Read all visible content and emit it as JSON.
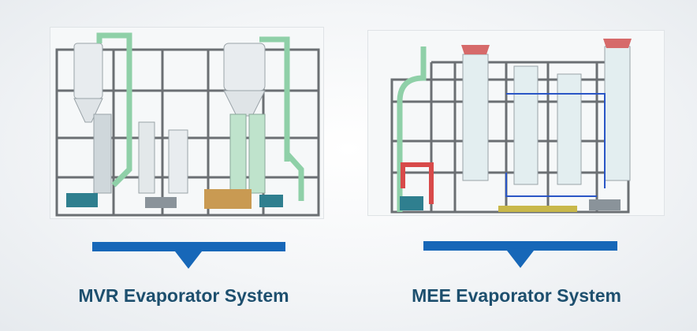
{
  "systems": [
    {
      "caption": "MVR Evaporator System",
      "image_alt": "MVR evaporator equipment rendering"
    },
    {
      "caption": "MEE Evaporator System",
      "image_alt": "MEE evaporator equipment rendering"
    }
  ],
  "colors": {
    "accent": "#1767b8",
    "caption_text": "#1d4f6e",
    "frame_steel": "#6b6f73",
    "pipe_green": "#8fd0a8",
    "vessel_white": "#e8ecef",
    "pipe_red": "#d84a4a",
    "pump_teal": "#2f7f8f"
  }
}
